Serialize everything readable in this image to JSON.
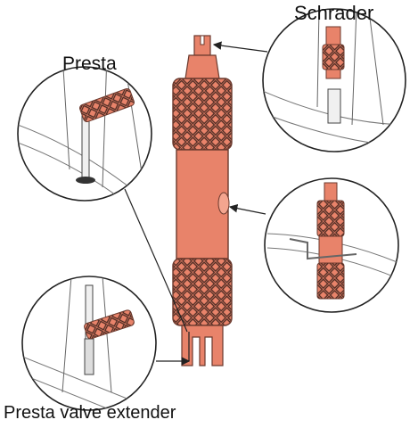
{
  "labels": {
    "schrader": "Schrader",
    "presta": "Presta",
    "presta_extender": "Presta valve extender"
  },
  "colors": {
    "tool_fill": "#e8836a",
    "tool_stroke": "#6b3a2e",
    "knurl_stroke": "#4a2a22",
    "line": "#333333",
    "circle_stroke": "#222222",
    "background": "#ffffff"
  }
}
